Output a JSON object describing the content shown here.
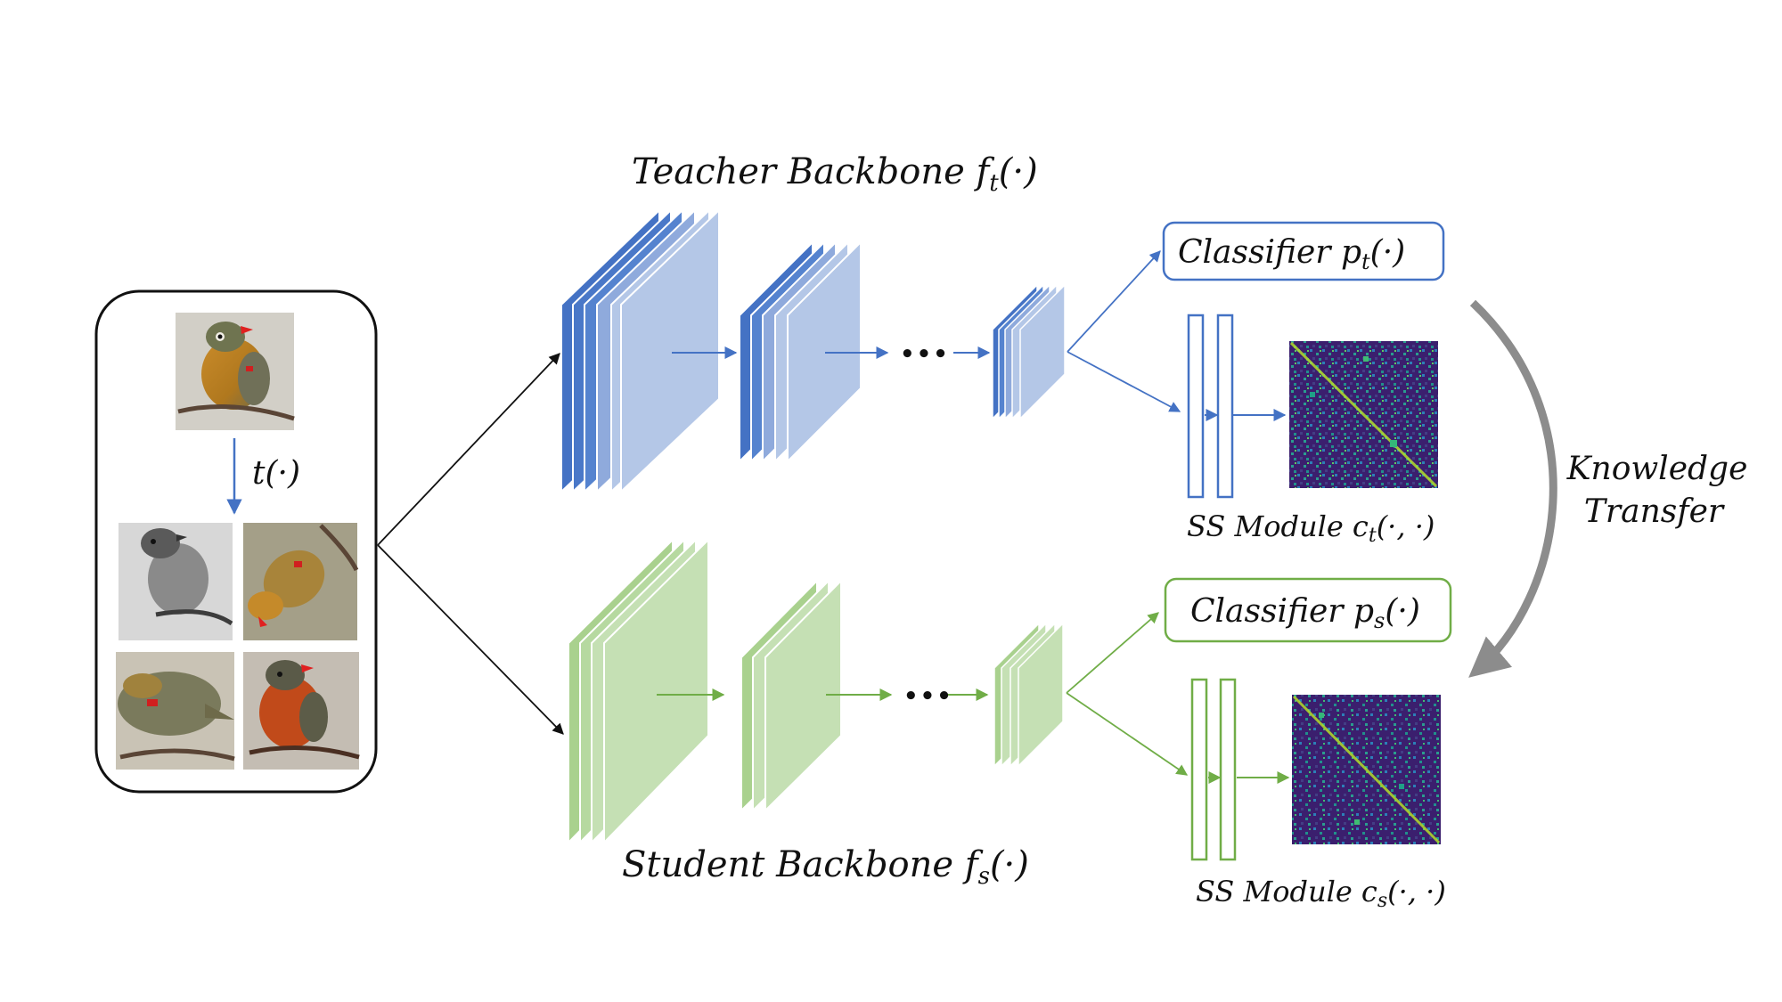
{
  "input_panel": {
    "transform_label": "t(·)"
  },
  "teacher": {
    "backbone_label": "Teacher Backbone f",
    "backbone_sub": "t",
    "backbone_suffix": "(·)",
    "classifier_label": "Classifier p",
    "classifier_sub": "t",
    "classifier_suffix": "(·)",
    "ss_label": "SS Module c",
    "ss_sub": "t",
    "ss_suffix": "(·, ·)",
    "color_dark": "#4472c4",
    "color_light": "#b4c7e7"
  },
  "student": {
    "backbone_label": "Student Backbone f",
    "backbone_sub": "s",
    "backbone_suffix": "(·)",
    "classifier_label": "Classifier p",
    "classifier_sub": "s",
    "classifier_suffix": "(·)",
    "ss_label": "SS Module c",
    "ss_sub": "s",
    "ss_suffix": "(·, ·)",
    "color_dark": "#70ad47",
    "color_light": "#c5e0b4"
  },
  "transfer": {
    "line1": "Knowledge",
    "line2": "Transfer"
  },
  "ellipsis": "•••",
  "icons": {
    "input_photo": "bird-photo",
    "augmented_views": [
      "bird-grayscale",
      "bird-rotated",
      "bird-crop",
      "bird-color"
    ],
    "similarity_matrix": "heatmap-matrix"
  }
}
